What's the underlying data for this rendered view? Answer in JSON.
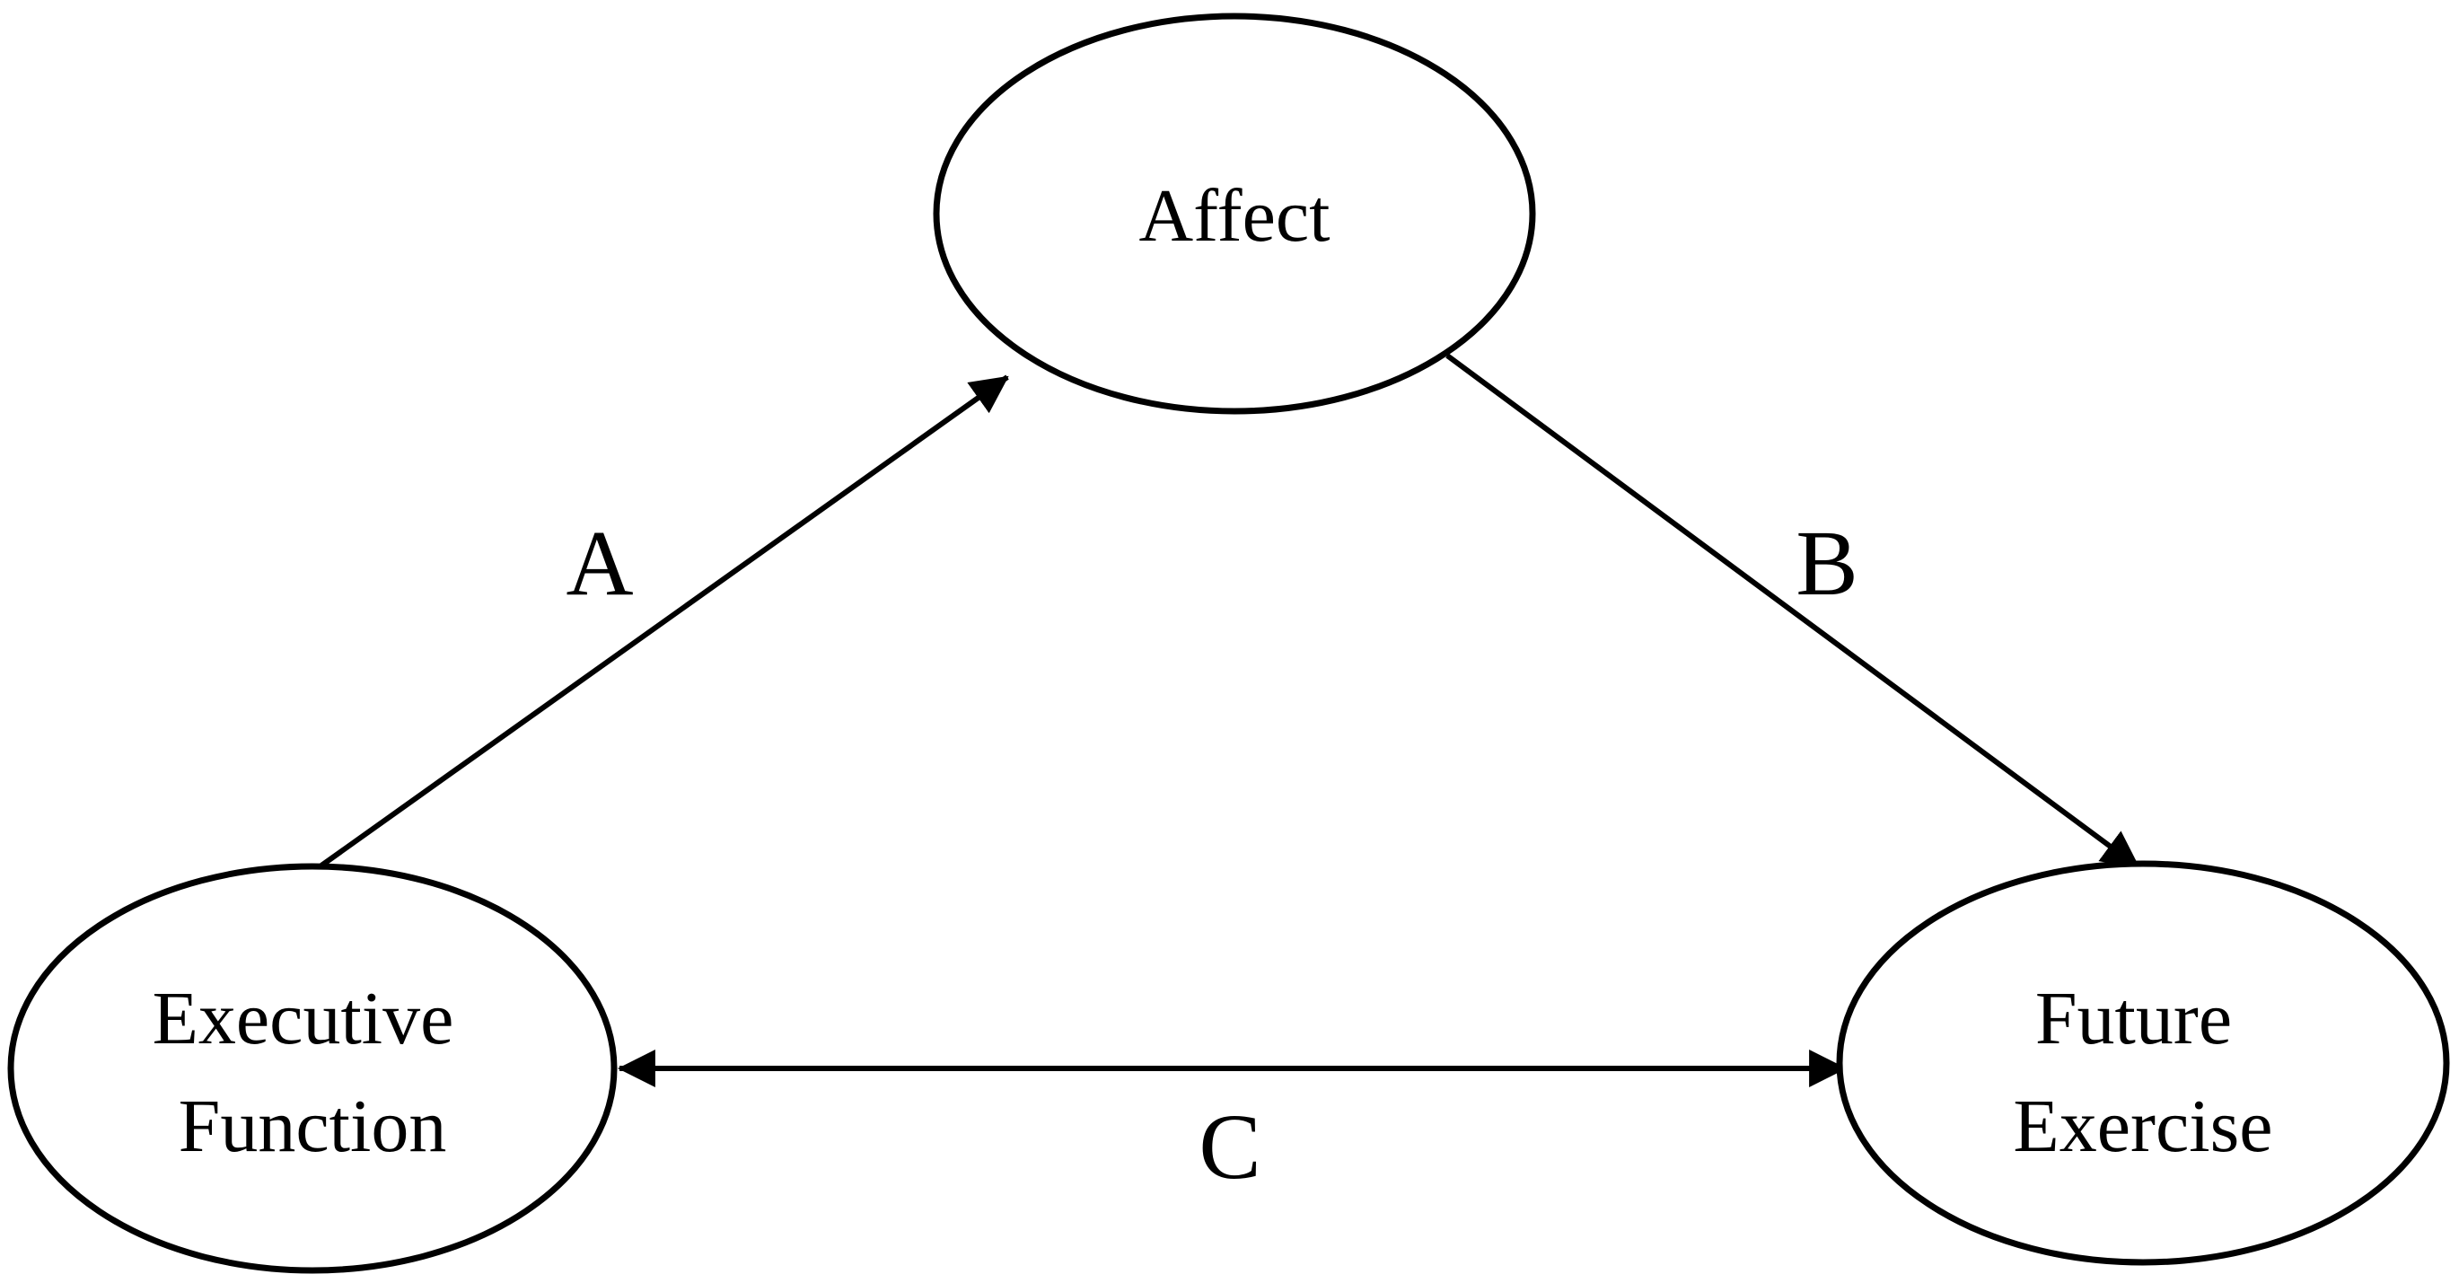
{
  "diagram": {
    "nodes": {
      "affect": {
        "label": "Affect"
      },
      "executive_function": {
        "line1": "Executive",
        "line2": "Function"
      },
      "future_exercise": {
        "line1": "Future",
        "line2": "Exercise"
      }
    },
    "edges": {
      "a": {
        "label": "A",
        "from": "Executive Function",
        "to": "Affect",
        "direction": "forward"
      },
      "b": {
        "label": "B",
        "from": "Affect",
        "to": "Future Exercise",
        "direction": "forward"
      },
      "c": {
        "label": "C",
        "from": "Executive Function",
        "to": "Future Exercise",
        "direction": "bidirectional"
      }
    },
    "colors": {
      "stroke": "#000000",
      "background": "#ffffff"
    }
  }
}
